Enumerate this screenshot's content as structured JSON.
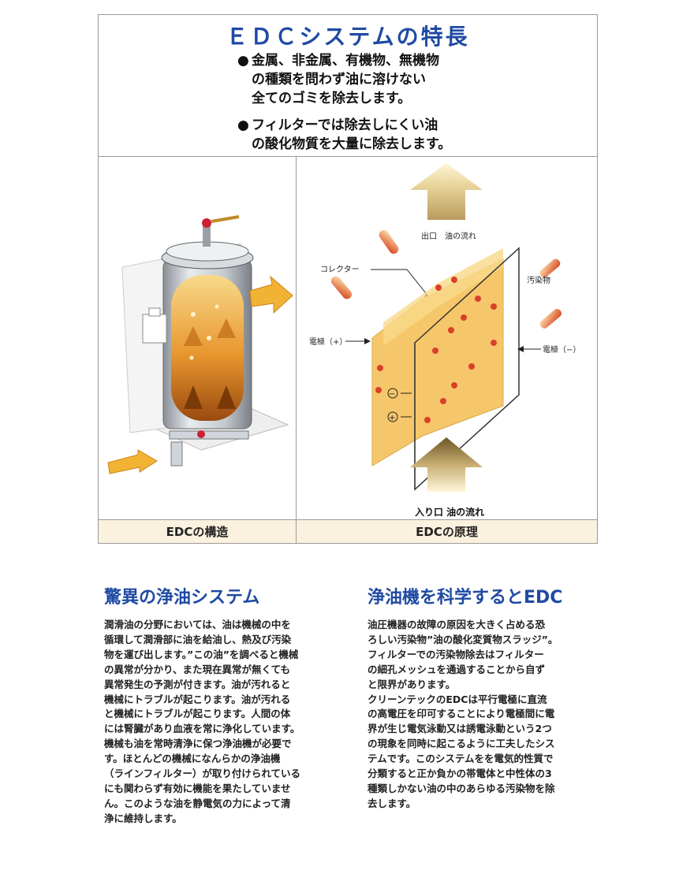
{
  "feature": {
    "title": "ＥＤＣシステムの特長",
    "bullet_mark": "●",
    "bullets": [
      "金属、非金属、有機物、無機物\nの種類を問わず油に溶けない\n全てのゴミを除去します。",
      "フィルターでは除去しにくい油\nの酸化物質を大量に除去します。"
    ]
  },
  "diagram": {
    "outlet_label": "出口　油の流れ",
    "collector_label": "コレクター",
    "contaminant_label": "汚染物",
    "electrode_plus_label": "電極（+）",
    "electrode_minus_label": "電極（−）",
    "inlet_label": "入り口  油の流れ",
    "minus_symbol": "−",
    "plus_symbol": "+",
    "colors": {
      "oil": "#f6c76a",
      "oil_dark": "#d06a1a",
      "arrow": "#e0c27a",
      "particle": "#d9402a"
    }
  },
  "captions": {
    "structure": "EDCの構造",
    "principle": "EDCの原理"
  },
  "sections": [
    {
      "title": "驚異の浄油システム",
      "body": "潤滑油の分野においては、油は機械の中を\n循環して潤滑部に油を給油し、熱及び汚染\n物を運び出します。”この油”を調べると機械\nの異常が分かり、また現在異常が無くても\n異常発生の予測が付きます。油が汚れると\n機械にトラブルが起こります。油が汚れる\nと機械にトラブルが起こります。人間の体\nには腎臓があり血液を常に浄化しています。\n機械も油を常時清浄に保つ浄油機が必要で\nす。ほとんどの機械になんらかの浄油機\n（ラインフィルター）が取り付けられている\nにも関わらず有効に機能を果たしていませ\nん。このような油を静電気の力によって清\n浄に維持します。"
    },
    {
      "title": "浄油機を科学するとEDC",
      "body": "油圧機器の故障の原因を大きく占める恐\nろしい汚染物”油の酸化変質物スラッジ”。\nフィルターでの汚染物除去はフィルター\nの細孔メッシュを通過することから自ず\nと限界があります。\nクリーンテックのEDCは平行電極に直流\nの高電圧を印可することにより電極間に電\n界が生じ電気泳動又は誘電泳動という2つ\nの現象を同時に起こるように工夫したシス\nテムです。このシステムをを電気的性質で\n分類すると正か負かの帯電体と中性体の3\n種類しかない油の中のあらゆる汚染物を除\n去します。"
    }
  ]
}
